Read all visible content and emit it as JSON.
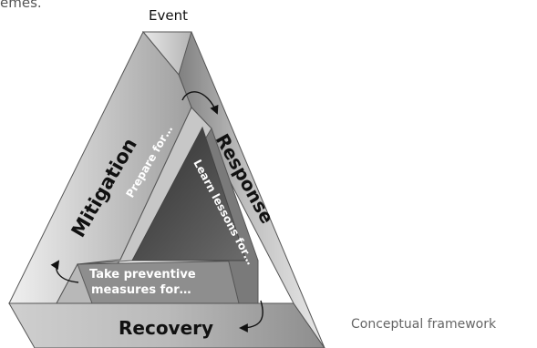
{
  "header_snippet": "emes.",
  "event_label": "Event",
  "caption": "Conceptual framework",
  "phases": {
    "mitigation": "Mitigation",
    "response": "Response",
    "recovery": "Recovery"
  },
  "inner_labels": {
    "prepare": "Prepare for…",
    "learn": "Learn lessons for…",
    "take_line1": "Take preventive",
    "take_line2": "measures for…"
  },
  "colors": {
    "outer_face": "#d6d6d6",
    "side_face": "#9a9a9a",
    "inner_dark": "#4a4a4a",
    "text_dark": "#111111",
    "text_light": "#ffffff"
  }
}
